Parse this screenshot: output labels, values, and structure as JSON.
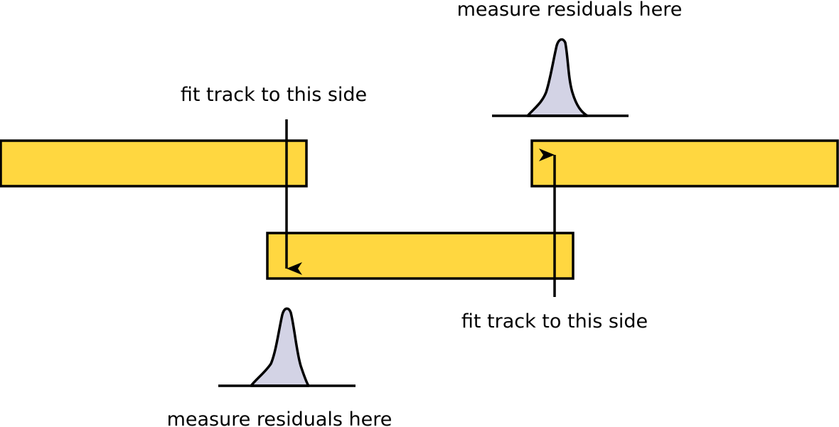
{
  "labels": {
    "top_residuals": "measure residuals here",
    "top_fit": "fit track to this side",
    "bottom_fit": "fit track to this side",
    "bottom_residuals": "measure residuals here"
  },
  "colors": {
    "module_fill": "#FFD740",
    "peak_fill": "#D3D3E5",
    "stroke": "#000000"
  }
}
